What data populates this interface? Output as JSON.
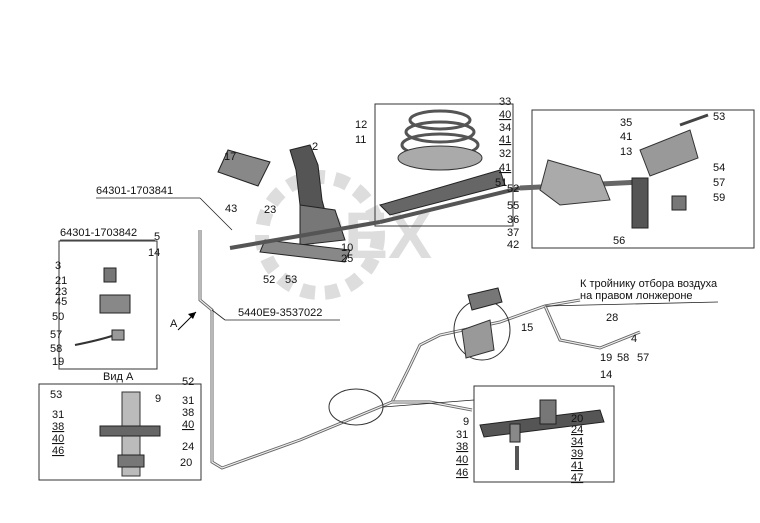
{
  "watermark": "PEX",
  "part_refs": {
    "p1": "64301-1703841",
    "p2": "64301-1703842",
    "p3": "5440E9-3537022"
  },
  "note": "К тройнику отбора воздуха на правом лонжероне",
  "view_title": "Вид А",
  "arrow_letter": "A",
  "labels_top": [
    "17",
    "2",
    "43",
    "23",
    "10",
    "25",
    "52",
    "53",
    "5",
    "14",
    "12",
    "11",
    "33",
    "40",
    "34",
    "41",
    "32",
    "41",
    "51",
    "35",
    "41",
    "13",
    "53",
    "54",
    "57",
    "59",
    "55",
    "36",
    "37",
    "42",
    "52",
    "56"
  ],
  "labels_left": [
    "3",
    "21",
    "23",
    "45",
    "50",
    "57",
    "58",
    "19"
  ],
  "labels_view": [
    "53",
    "52",
    "31",
    "38",
    "40",
    "46",
    "9",
    "31",
    "38",
    "40",
    "24",
    "20"
  ],
  "labels_right": [
    "15",
    "28",
    "4",
    "19",
    "58",
    "57",
    "14",
    "9",
    "31",
    "38",
    "40",
    "46",
    "20",
    "24",
    "34",
    "39",
    "41",
    "47"
  ]
}
